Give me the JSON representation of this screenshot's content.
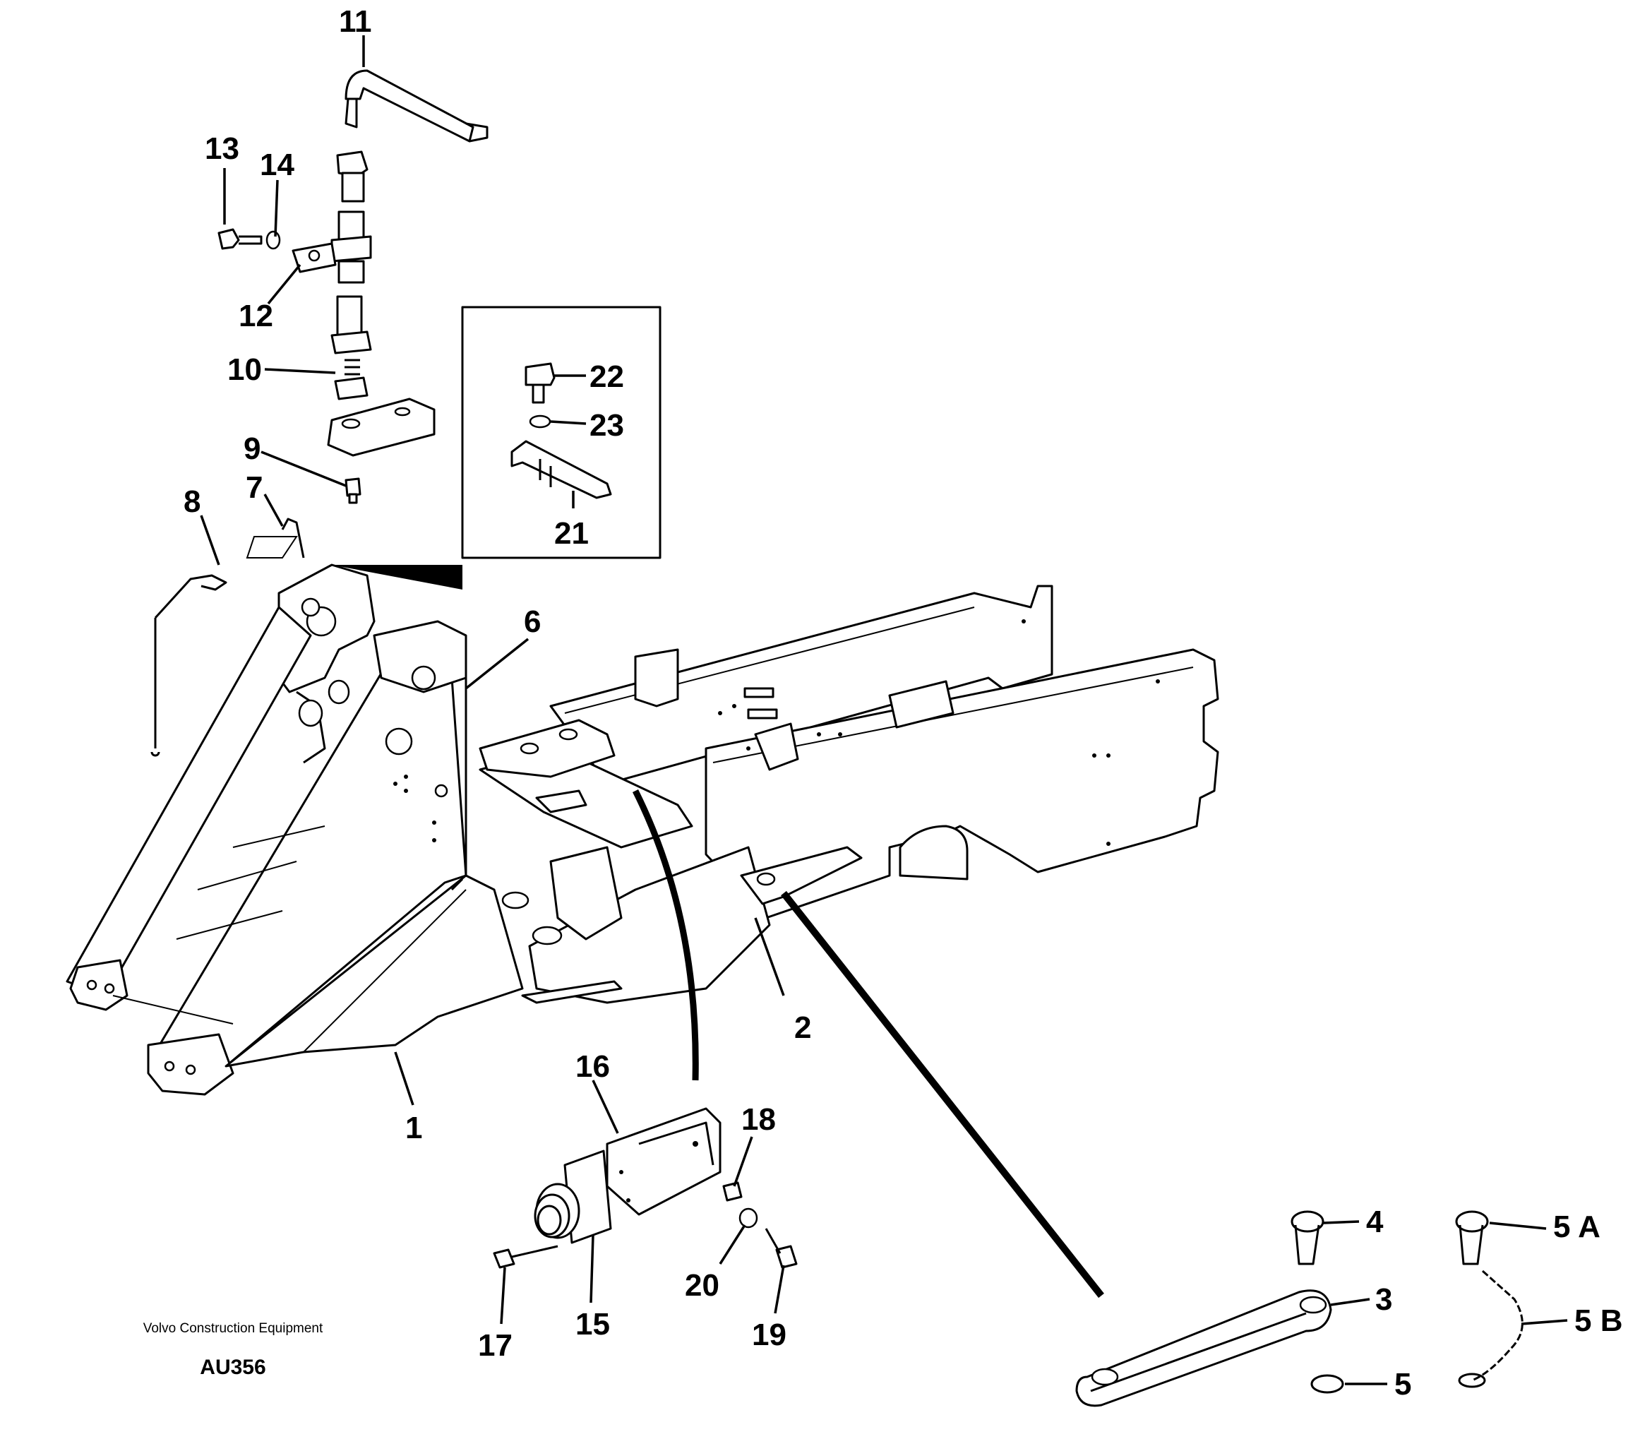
{
  "diagram": {
    "labels": {
      "p1": "1",
      "p2": "2",
      "p3": "3",
      "p4": "4",
      "p5": "5",
      "p5a": "5 A",
      "p5b": "5 B",
      "p6": "6",
      "p7": "7",
      "p8": "8",
      "p9": "9",
      "p10": "10",
      "p11": "11",
      "p12": "12",
      "p13": "13",
      "p14": "14",
      "p15": "15",
      "p16": "16",
      "p17": "17",
      "p18": "18",
      "p19": "19",
      "p20": "20",
      "p21": "21",
      "p22": "22",
      "p23": "23"
    }
  },
  "credit": {
    "company": "Volvo Construction Equipment",
    "code": "AU356"
  }
}
